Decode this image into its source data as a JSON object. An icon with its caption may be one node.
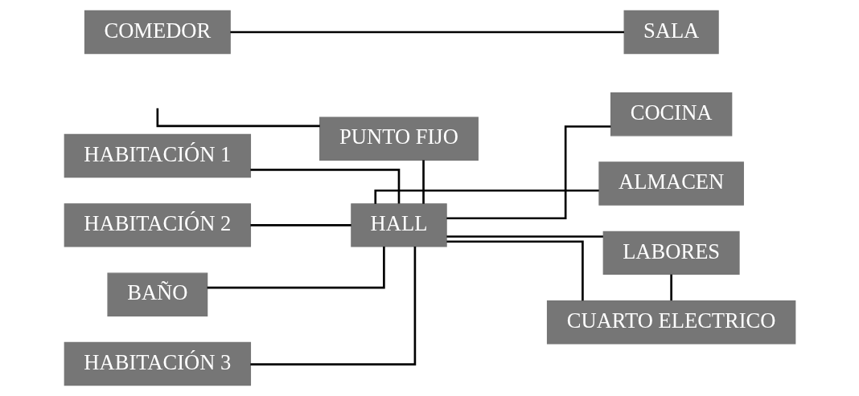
{
  "diagram": {
    "nodes": [
      {
        "text": [
          "PUNTO FIJO"
        ]
      },
      {
        "text": [
          "COMEDOR"
        ]
      },
      {
        "text": [
          "SALA"
        ]
      },
      {
        "text": [
          "HABITACIÓN 1"
        ]
      },
      {
        "text": [
          "COCINA"
        ]
      },
      {
        "text": [
          "HALL"
        ]
      },
      {
        "text": [
          "HABITACIÓN 2"
        ]
      },
      {
        "text": [
          "ALMACEN"
        ]
      },
      {
        "text": [
          "BAÑO"
        ]
      },
      {
        "text": [
          "LABORES"
        ]
      },
      {
        "text": [
          "HABITACIÓN 3"
        ]
      },
      {
        "text": [
          "CUARTO ELECTRICO"
        ]
      }
    ],
    "edges": [
      {
        "from": null,
        "to": 0,
        "arrow": "none"
      },
      {
        "from": 0,
        "to": 5,
        "arrow": "none"
      },
      {
        "from": 1,
        "to": 2,
        "arrow": "none"
      },
      {
        "from": 3,
        "to": 5,
        "arrow": "none"
      },
      {
        "from": 6,
        "to": 5,
        "arrow": "none"
      },
      {
        "from": 5,
        "to": 4,
        "arrow": "none"
      },
      {
        "from": 5,
        "to": 7,
        "arrow": "none"
      },
      {
        "from": 8,
        "to": 5,
        "arrow": "none"
      },
      {
        "from": 10,
        "to": 5,
        "arrow": "none"
      },
      {
        "from": 5,
        "to": 9,
        "arrow": "none"
      },
      {
        "from": 5,
        "to": 11,
        "arrow": "none"
      },
      {
        "from": 9,
        "to": 11,
        "arrow": "none"
      }
    ]
  }
}
